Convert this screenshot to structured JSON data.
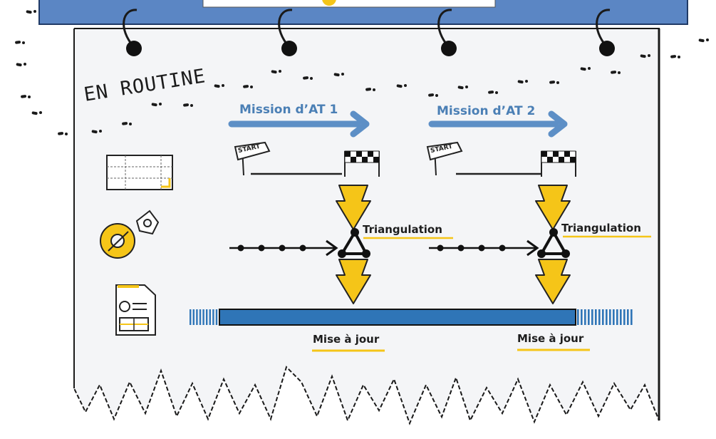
{
  "title": "EN ROUTINE",
  "missions": [
    {
      "label": "Mission d’AT 1"
    },
    {
      "label": "Mission d’AT 2"
    }
  ],
  "flag_text": "START",
  "triangulation_label": "Triangulation",
  "update_label": "Mise à jour",
  "icons": [
    "spreadsheet-icon",
    "gears-icon",
    "report-icon",
    "start-flag-icon",
    "finish-flag-icon",
    "triangulation-icon",
    "down-arrow-icon"
  ],
  "colors": {
    "banner_blue": "#5b86c4",
    "mission_arrow": "#5d8fc6",
    "accent_yellow": "#f5c518",
    "timeline_blue": "#2f75b7",
    "ink": "#1d1d1d",
    "paper": "#f4f5f7"
  }
}
